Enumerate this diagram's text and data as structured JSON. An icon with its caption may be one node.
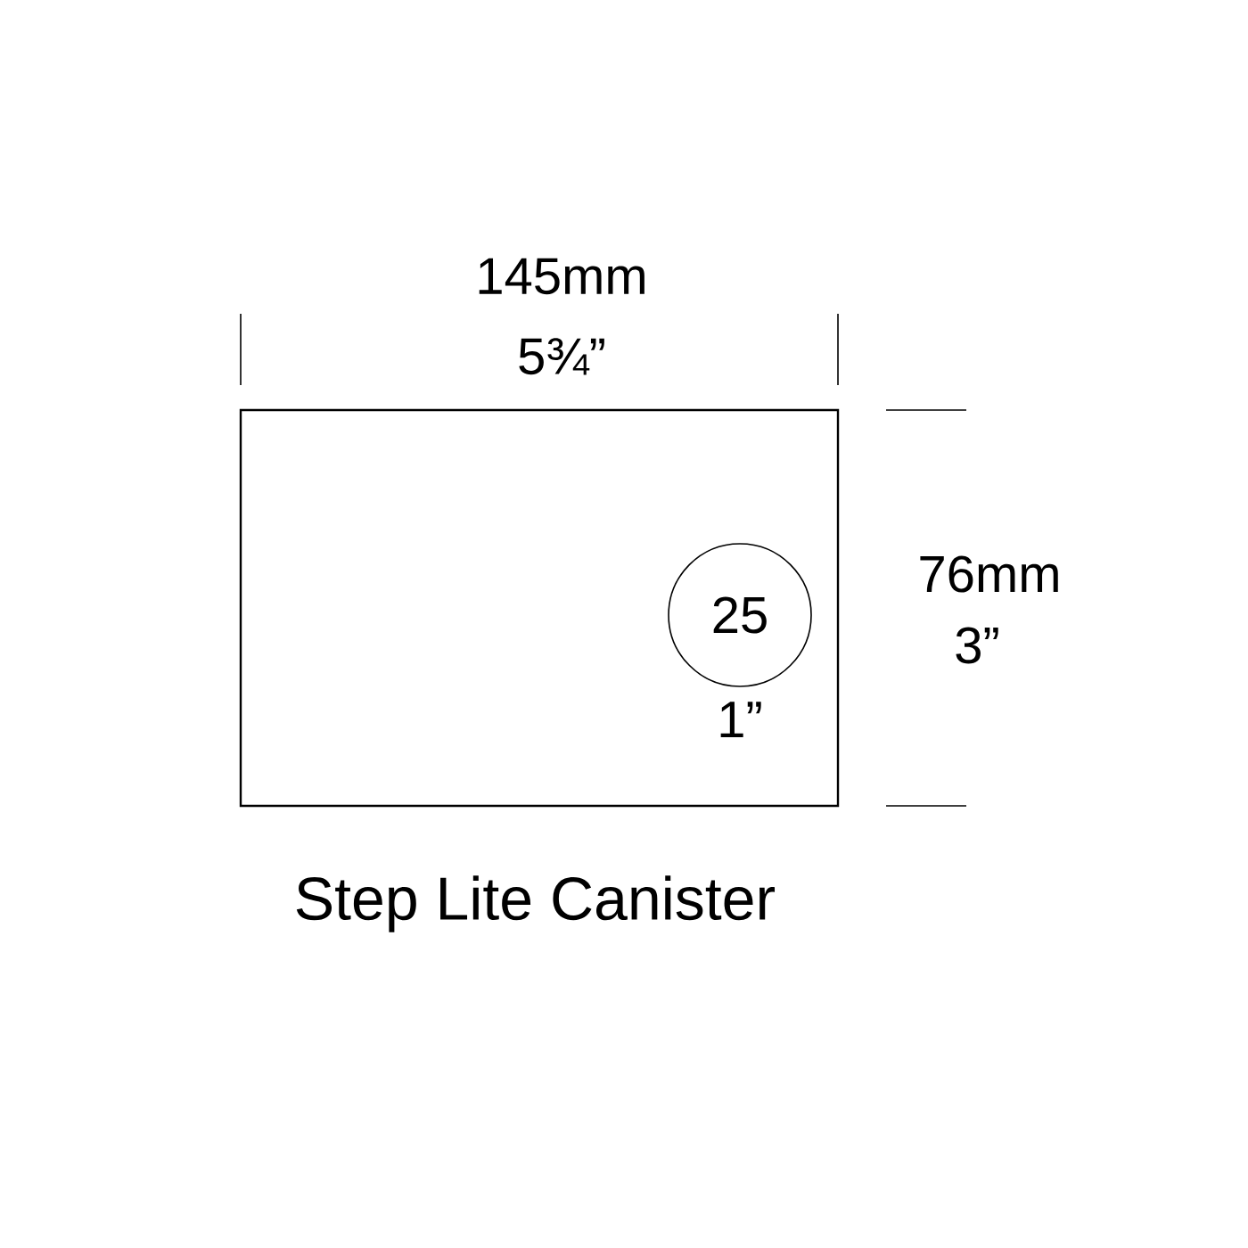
{
  "diagram": {
    "title": "Step Lite Canister",
    "nodes": [
      {
        "text": [],
        "shape": "box"
      },
      {
        "text": [
          "25"
        ],
        "in": 0,
        "beside": [
          "1”"
        ]
      }
    ],
    "edges": [],
    "labels": [
      "145mm",
      "5¾”",
      "76mm",
      "3”"
    ]
  }
}
